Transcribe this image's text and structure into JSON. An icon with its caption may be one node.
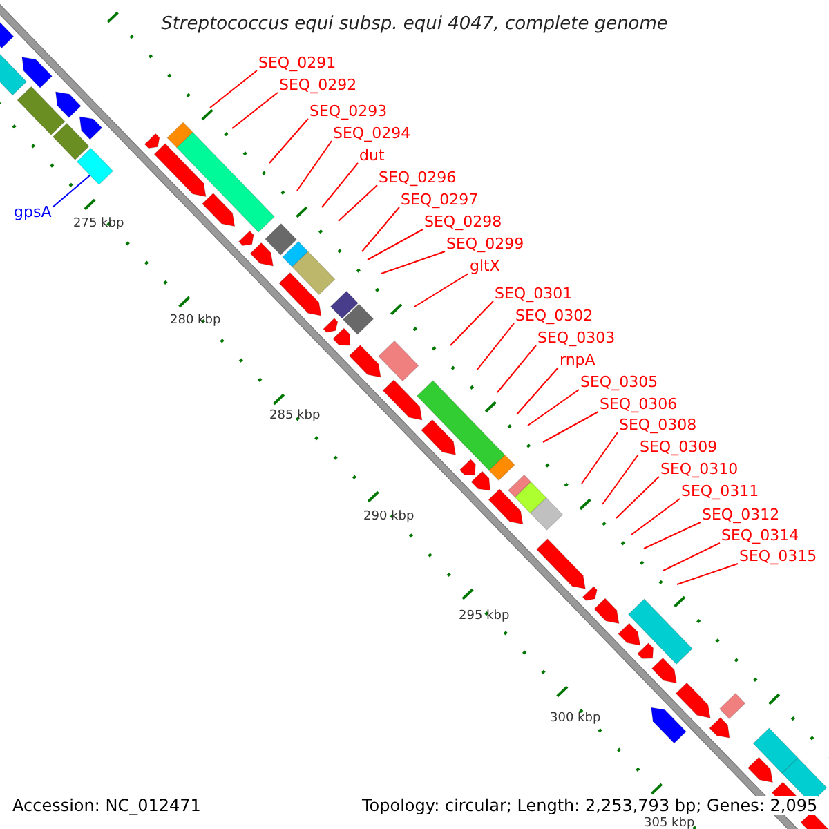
{
  "diagram": {
    "title": "Streptococcus equi subsp. equi 4047, complete genome",
    "nodes": [
      {
        "text": [
          "SEQ_0291"
        ]
      },
      {
        "text": [
          "SEQ_0292"
        ]
      },
      {
        "text": [
          "SEQ_0293"
        ]
      },
      {
        "text": [
          "SEQ_0294"
        ]
      },
      {
        "text": [
          "dut"
        ]
      },
      {
        "text": [
          "SEQ_0296"
        ]
      },
      {
        "text": [
          "SEQ_0297"
        ]
      },
      {
        "text": [
          "SEQ_0298"
        ]
      },
      {
        "text": [
          "SEQ_0299"
        ]
      },
      {
        "text": [
          "gltX"
        ]
      },
      {
        "text": [
          "SEQ_0301"
        ]
      },
      {
        "text": [
          "SEQ_0302"
        ]
      },
      {
        "text": [
          "SEQ_0303"
        ]
      },
      {
        "text": [
          "rnpA"
        ]
      },
      {
        "text": [
          "SEQ_0305"
        ]
      },
      {
        "text": [
          "SEQ_0306"
        ]
      },
      {
        "text": [
          "SEQ_0308"
        ]
      },
      {
        "text": [
          "SEQ_0309"
        ]
      },
      {
        "text": [
          "SEQ_0310"
        ]
      },
      {
        "text": [
          "SEQ_0311"
        ]
      },
      {
        "text": [
          "SEQ_0312"
        ]
      },
      {
        "text": [
          "SEQ_0314"
        ]
      },
      {
        "text": [
          "SEQ_0315"
        ]
      },
      {
        "text": [
          "gpsA"
        ]
      }
    ],
    "edges": [
      {
        "from": 0,
        "to": null,
        "arrow": "none"
      },
      {
        "from": 1,
        "to": null,
        "arrow": "none"
      },
      {
        "from": 2,
        "to": null,
        "arrow": "none"
      },
      {
        "from": 3,
        "to": null,
        "arrow": "none"
      },
      {
        "from": 4,
        "to": null,
        "arrow": "none"
      },
      {
        "from": 5,
        "to": null,
        "arrow": "none"
      },
      {
        "from": 6,
        "to": null,
        "arrow": "none"
      },
      {
        "from": 7,
        "to": null,
        "arrow": "none"
      },
      {
        "from": 8,
        "to": null,
        "arrow": "none"
      },
      {
        "from": 9,
        "to": null,
        "arrow": "none"
      },
      {
        "from": 10,
        "to": null,
        "arrow": "none"
      },
      {
        "from": 11,
        "to": null,
        "arrow": "none"
      },
      {
        "from": 12,
        "to": null,
        "arrow": "none"
      },
      {
        "from": 13,
        "to": null,
        "arrow": "none"
      },
      {
        "from": 14,
        "to": null,
        "arrow": "none"
      },
      {
        "from": 15,
        "to": null,
        "arrow": "none"
      },
      {
        "from": 16,
        "to": null,
        "arrow": "none"
      },
      {
        "from": 17,
        "to": null,
        "arrow": "none"
      },
      {
        "from": 18,
        "to": null,
        "arrow": "none"
      },
      {
        "from": 19,
        "to": null,
        "arrow": "none"
      },
      {
        "from": 20,
        "to": null,
        "arrow": "none"
      },
      {
        "from": 21,
        "to": null,
        "arrow": "none"
      },
      {
        "from": 22,
        "to": null,
        "arrow": "none"
      },
      {
        "from": 23,
        "to": null,
        "arrow": "none",
        "color": "#0000ff"
      }
    ],
    "labels": [
      "275 kbp",
      "280 kbp",
      "285 kbp",
      "290 kbp",
      "295 kbp",
      "300 kbp",
      "Accession: NC_012471",
      "Topology: circular; Length: 2,253,793 bp; Genes: 2,095",
      "305 kbp"
    ]
  }
}
